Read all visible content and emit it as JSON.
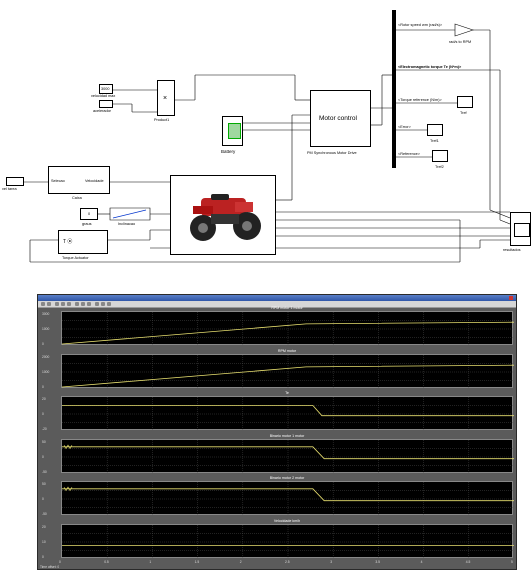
{
  "model": {
    "blocks": {
      "vel_tarea": "vel tarea",
      "cte_max": "3000",
      "velocidad_max": "velocidad max",
      "acelerador": "acelerador",
      "product": "Product1",
      "product_sym": "×",
      "battery": "Battery",
      "motor_control": "Motor control",
      "pm_drive": "PM Synchronous Motor Drive",
      "caixa": "Caixa",
      "caixa_in": "Selecao",
      "caixa_out": "Velocidade",
      "zero": "0",
      "graus": "graus",
      "inclinacao": "Inclinacao",
      "torque_actuator": "Torque Actuator",
      "rads_to_rpm": "rad/s to RPM",
      "rotor_speed": "<Rotor speed wm (rad/s)>",
      "em_torque": "<Electromagnetic torque Te (N*m)>",
      "torque_ref": "<Torque reference (N/m)>",
      "error": "<Error>",
      "reference": "<Reference>",
      "tref": "Tref",
      "tref1": "Tref1",
      "tref2": "Tref2",
      "resultados": "resultados"
    }
  },
  "scope": {
    "panels": [
      {
        "title": "RPM motor 1 motor",
        "yticks": [
          "3000",
          "1000",
          "0"
        ]
      },
      {
        "title": "RPM motor",
        "yticks": [
          "2000",
          "1000",
          "0"
        ]
      },
      {
        "title": "Te",
        "yticks": [
          "20",
          "0",
          "-20"
        ]
      },
      {
        "title": "Binario motor 1 motor",
        "yticks": [
          "50",
          "0",
          "-50"
        ]
      },
      {
        "title": "Binario motor 2 motor",
        "yticks": [
          "50",
          "0",
          "-50"
        ]
      },
      {
        "title": "Velocidade km/h",
        "yticks": [
          "20",
          "10",
          "0"
        ]
      }
    ],
    "xticks": [
      "0",
      "0.5",
      "1",
      "1.5",
      "2",
      "2.5",
      "3",
      "3.5",
      "4",
      "4.5",
      "5"
    ],
    "time_label": "Time offset: 0",
    "trace_color": "#e8e070"
  }
}
